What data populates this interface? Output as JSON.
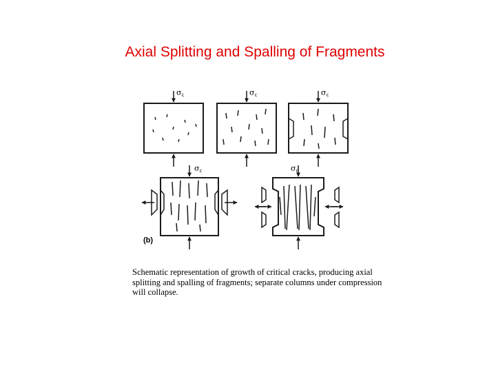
{
  "slide": {
    "title": "Axial Splitting and Spalling of Fragments",
    "caption": "Schematic representation of growth of critical cracks, producing axial splitting and spalling of fragments; separate columns under compression will collapse."
  },
  "figure": {
    "panel_label": "(b)",
    "stress_symbol": "σ",
    "stress_subscript": "c",
    "stages": [
      "randomly oriented small cracks",
      "axial cracks growing",
      "edge fragments forming",
      "axial splitting with spalled fragments",
      "columns collapsing under compression"
    ],
    "colors": {
      "title": "#e00000",
      "drawing": "#1a1a1a",
      "text": "#000000"
    }
  }
}
